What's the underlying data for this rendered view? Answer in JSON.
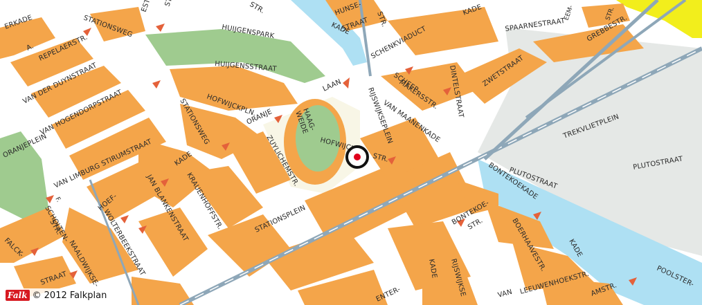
{
  "map": {
    "colors": {
      "block": "#f4a54a",
      "street": "#ffffff",
      "park": "#9fcb8f",
      "water": "#aee0f3",
      "rail": "#8ea7b8",
      "highway": "#f2ee1c",
      "industrial": "#e5e8e6",
      "square": "#f8f6e6",
      "arrow": "#e4613a",
      "marker": "#e0001b"
    },
    "streets": [
      "STATIONSWEG",
      "HUIJGENSPARK",
      "HUIJGENSSTRAAT",
      "REPELAERSTR.",
      "A.",
      "ERKADE",
      "VAN DER DUYNSTRAAT",
      "VAN HOGENDORPSTRAAT",
      "ORANJEPLEIN",
      "VAN LIMBURG STIRUMSTRAAT",
      "HOFWIJCKPLN.",
      "STATIONSWEG",
      "ORANJE",
      "ZUYLICHEMSTR.",
      "HAAG-",
      "WEIDE",
      "LAAN",
      "HOFWIJCK-",
      "STR.",
      "RIJSWIJKSEPLEIN",
      "VAN MAANENKADE",
      "SCHEEP-",
      "MAKERSSTR.",
      "DINTELSTRAAT",
      "ZWETSTRAAT",
      "SPAARNESTRAAT",
      "SCHENKVIADUCT",
      "EEM-",
      "STR.",
      "GREBBESTR.",
      "HUNSE-",
      "STR.",
      "KADE",
      "STRAAT",
      "KADE",
      "TREKVLIETPLEIN",
      "PLUTOSTRAAT",
      "PLUTOSTRAAT",
      "BONTEKOEKADE",
      "BONTEKOE-",
      "STR.",
      "BOERHAAVESTR.",
      "KADE",
      "POOLSTER-",
      "STATIONSPLEIN",
      "JAN BLANKENSTRAAT",
      "KRAUENHOFFSTR.",
      "KADE",
      "HOEF-",
      "WOLTERBEEKSTRAAT",
      "SCHOLTEN-",
      "STR.",
      "F.",
      "NAALDWIJKSE-",
      "STRAAT",
      "FALCK-",
      "KADE",
      "RIJSWIJKSE",
      "VAN",
      "LEEUWENHOEKSTR.",
      "AMSTR.",
      "ESTR.",
      "STR.",
      "ENTER-",
      "STR."
    ],
    "marker_name": "location-marker"
  },
  "copyright": {
    "logo_text": "Falk",
    "text": "© 2012 Falkplan"
  }
}
